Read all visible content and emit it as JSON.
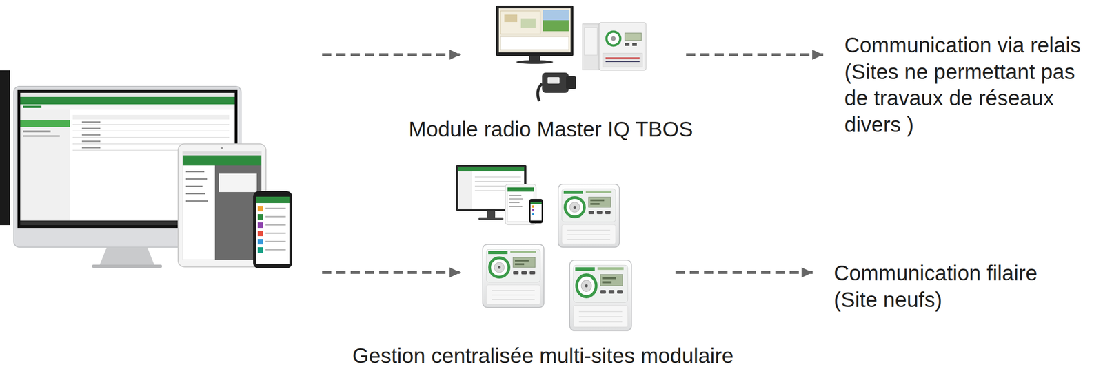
{
  "diagram": {
    "nodes": [
      {
        "text": []
      },
      {
        "text": [
          "Module radio Master IQ TBOS"
        ]
      },
      {
        "text": [
          "Communication via relais",
          "(Sites ne permettant pas de travaux de réseaux divers )"
        ]
      },
      {
        "text": [
          "Gestion centralisée multi-sites modulaire"
        ]
      },
      {
        "text": [
          "Communication filaire",
          "(Site neufs)"
        ]
      }
    ],
    "edges": [
      {
        "from": 0,
        "to": 1,
        "arrow": "to"
      },
      {
        "from": 1,
        "to": 2,
        "arrow": "to"
      },
      {
        "from": 0,
        "to": 3,
        "arrow": "to"
      },
      {
        "from": 3,
        "to": 4,
        "arrow": "to"
      }
    ]
  }
}
